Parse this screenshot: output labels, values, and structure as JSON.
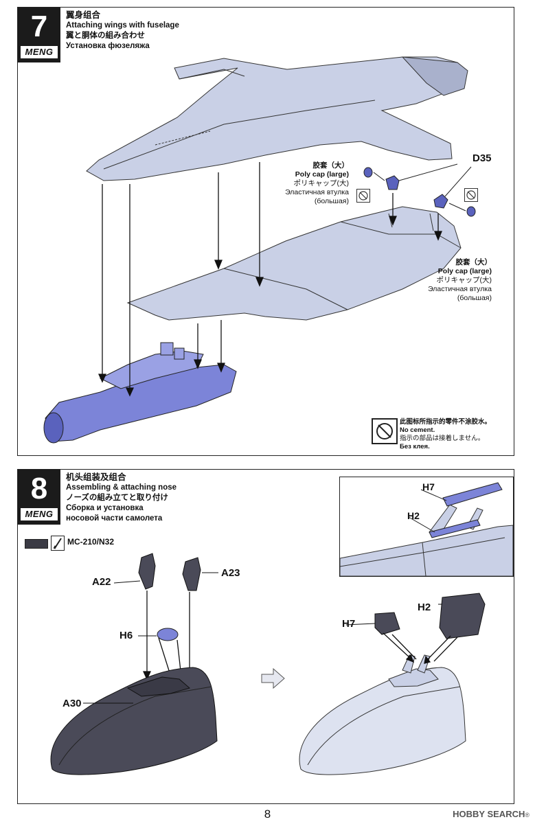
{
  "step7": {
    "number": "7",
    "brand": "MENG",
    "title_zh": "翼身组合",
    "title_en": "Attaching wings with fuselage",
    "title_jp": "翼と胴体の組み合わせ",
    "title_ru": "Установка фюзеляжа",
    "part_d35": "D35",
    "polycap_left": {
      "zh": "胶套（大）",
      "en": "Poly cap (large)",
      "jp": "ポリキャップ(大)",
      "ru1": "Эластичная втулка",
      "ru2": "(большая)"
    },
    "polycap_right": {
      "zh": "胶套（大）",
      "en": "Poly cap (large)",
      "jp": "ポリキャップ(大)",
      "ru1": "Эластичная втулка",
      "ru2": "(большая)"
    },
    "no_cement": {
      "zh": "此图标所指示的零件不涂胶水。",
      "en": "No cement.",
      "jp": "指示の部品は接着しません。",
      "ru": "Без клея."
    }
  },
  "step8": {
    "number": "8",
    "brand": "MENG",
    "title_zh": "机头组装及组合",
    "title_en": "Assembling & attaching nose",
    "title_jp": "ノーズの組み立てと取り付け",
    "title_ru1": "Сборка и установка",
    "title_ru2": "носовой части самолета",
    "paint_code": "MC-210/N32",
    "parts": {
      "a22": "A22",
      "a23": "A23",
      "h6": "H6",
      "a30": "A30",
      "h7_detail": "H7",
      "h2_detail": "H2",
      "h7": "H7",
      "h2": "H2"
    }
  },
  "page_number": "8",
  "watermark": "HOBBY SEARCH",
  "watermark_mark": "®",
  "colors": {
    "part_blue": "#7c84d8",
    "part_dark": "#4a4a58",
    "part_light": "#c9d0e6"
  }
}
